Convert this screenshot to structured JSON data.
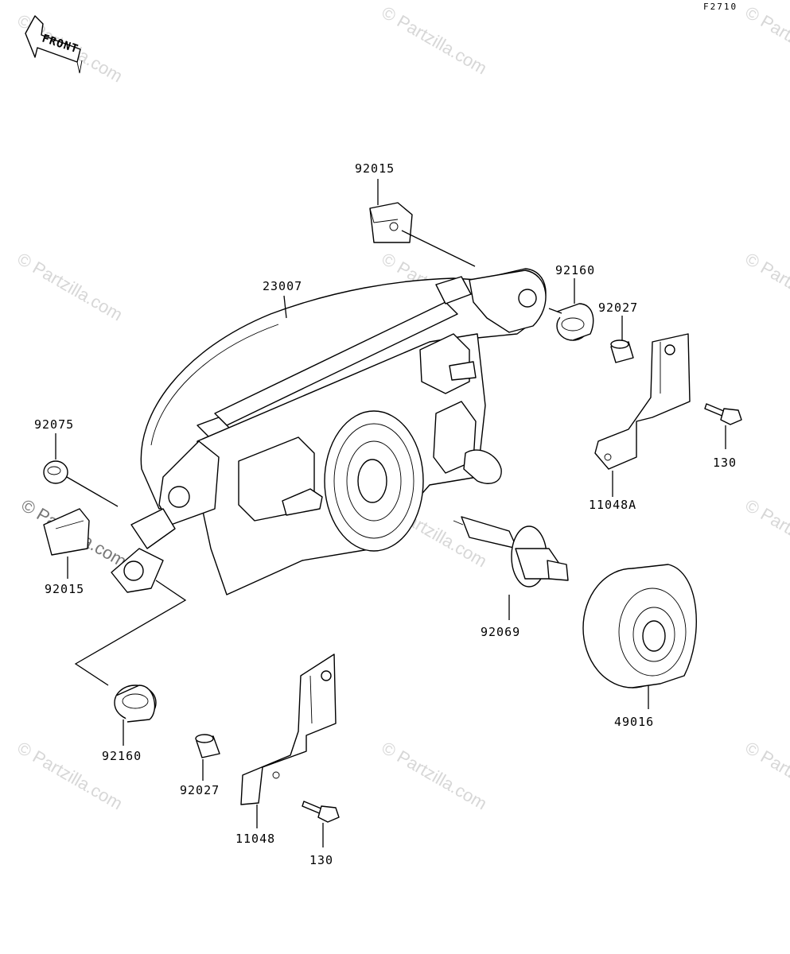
{
  "figure_code": "F2710",
  "front_badge": "FRONT",
  "watermark": "© Partzilla.com",
  "part_labels": {
    "p92015_top": "92015",
    "p23007": "23007",
    "p92160_right": "92160",
    "p92027_right": "92027",
    "p92075": "92075",
    "p92015_left": "92015",
    "p130_right": "130",
    "p11048A": "11048A",
    "p92069": "92069",
    "p49016": "49016",
    "p92160_left": "92160",
    "p92027_left": "92027",
    "p11048": "11048",
    "p130_bottom": "130"
  }
}
